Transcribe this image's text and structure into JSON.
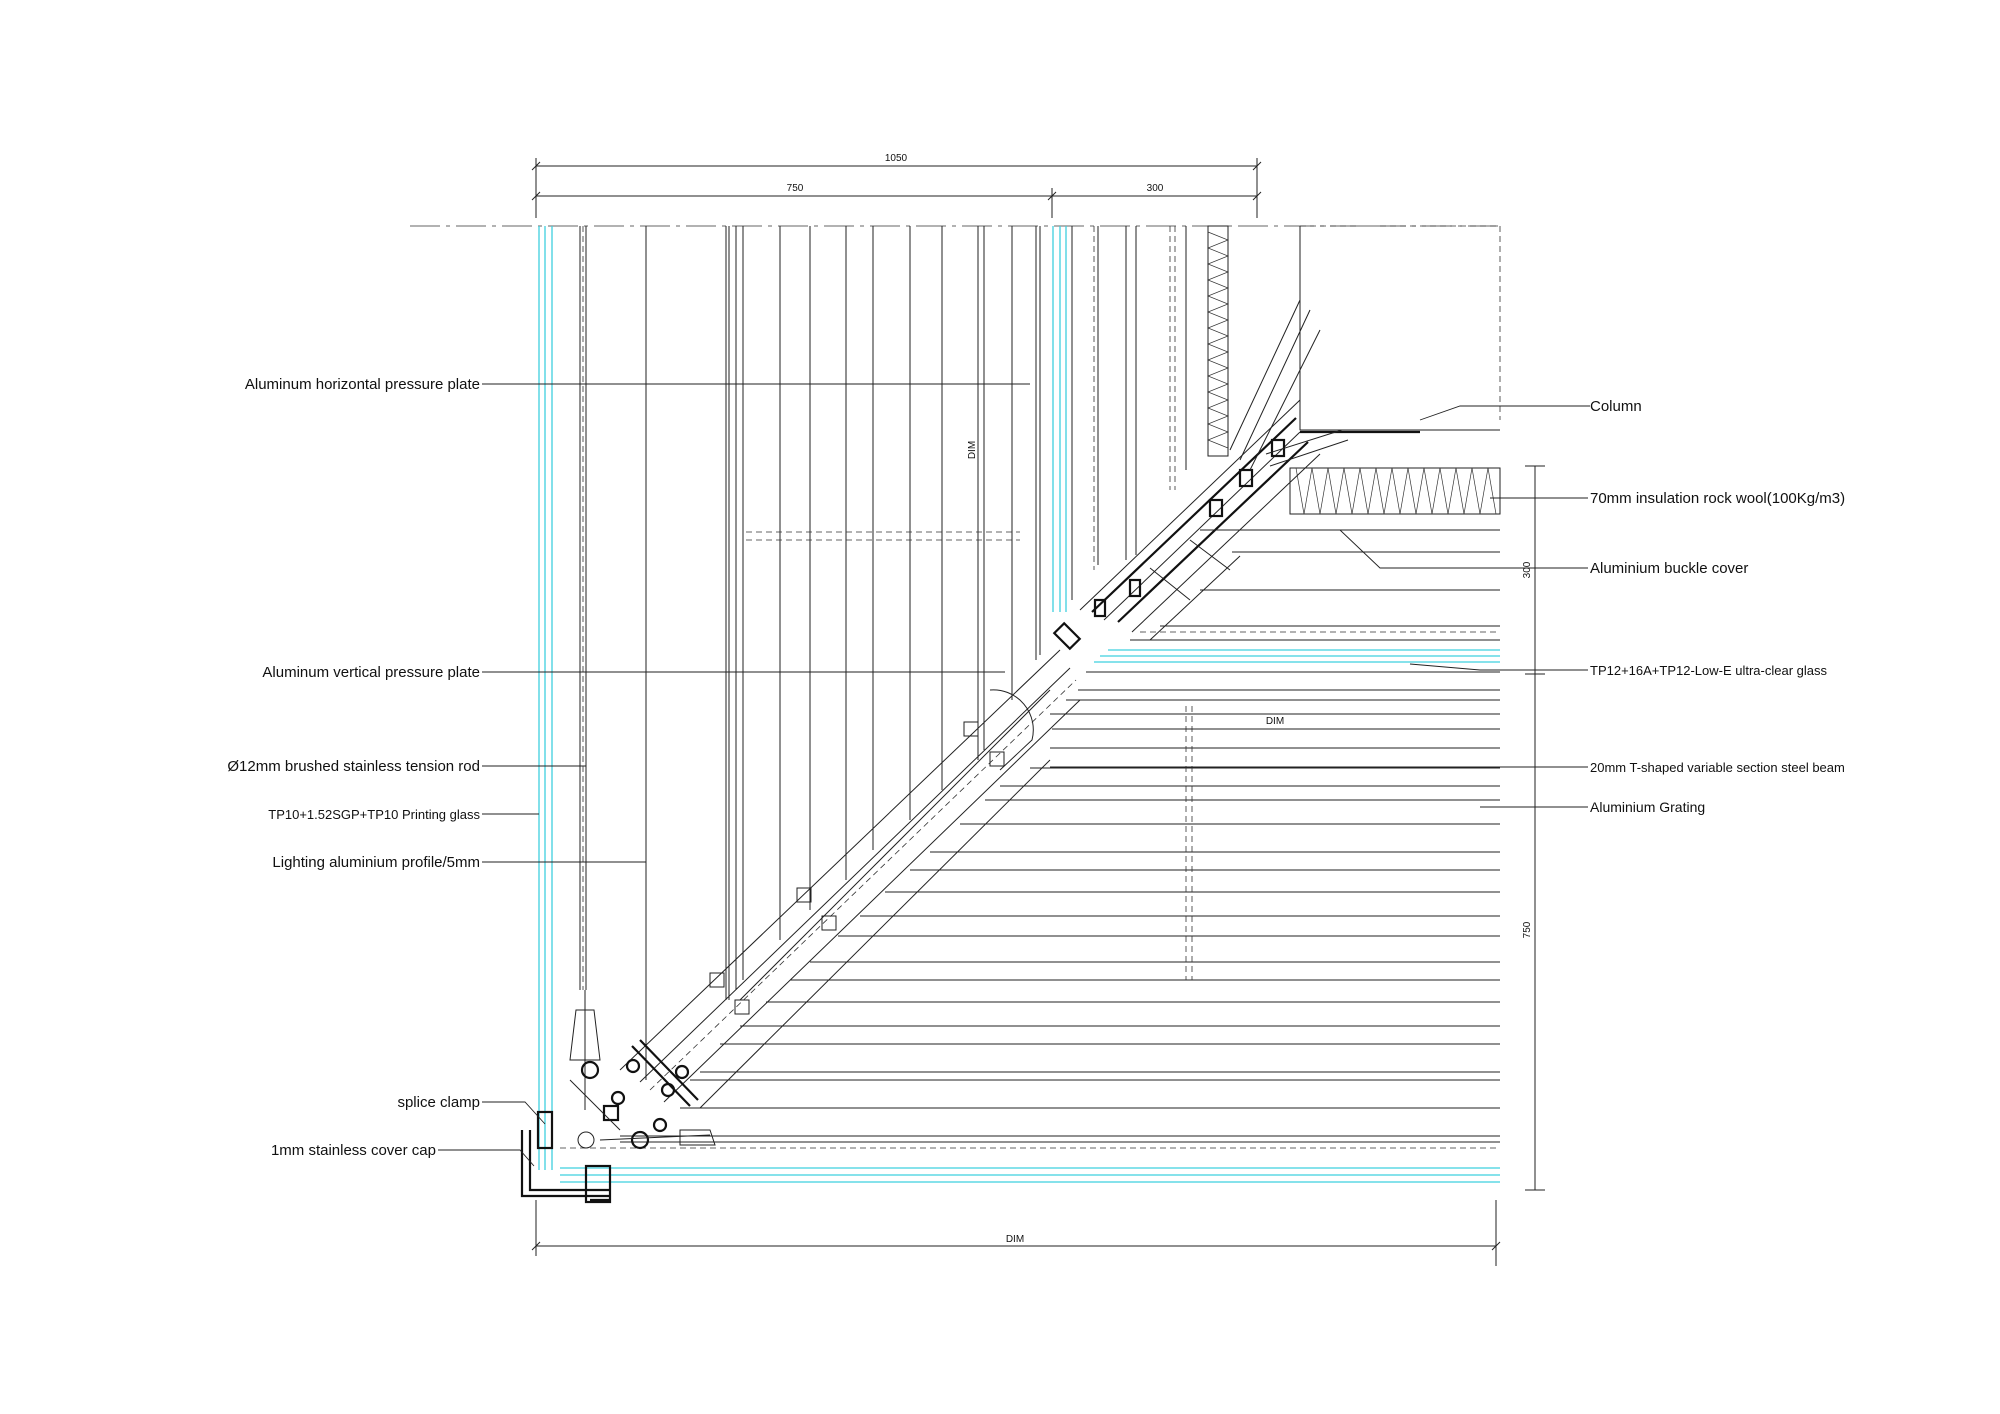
{
  "labels": {
    "horizontal_pressure_plate": "Aluminum horizontal pressure plate",
    "vertical_pressure_plate": "Aluminum vertical pressure plate",
    "tension_rod": "Ø12mm brushed stainless tension rod",
    "printing_glass": "TP10+1.52SGP+TP10 Printing glass",
    "lighting_profile": "Lighting aluminium profile/5mm",
    "splice_clamp": "splice clamp",
    "cover_cap": "1mm stainless cover cap",
    "column": "Column",
    "rock_wool": "70mm insulation rock wool(100Kg/m3)",
    "buckle_cover": "Aluminium buckle cover",
    "lowe_glass": "TP12+16A+TP12-Low-E ultra-clear glass",
    "steel_beam": "20mm T-shaped variable section steel beam",
    "grating": "Aluminium Grating"
  },
  "dimensions": {
    "top_total": "1050",
    "top_left": "750",
    "top_right": "300",
    "vertical_dim": "DIM",
    "right_upper": "300",
    "right_lower": "750",
    "inner_dim": "DIM",
    "bottom_dim": "DIM"
  },
  "colors": {
    "glass": "#3fd0df",
    "line": "#222222"
  }
}
